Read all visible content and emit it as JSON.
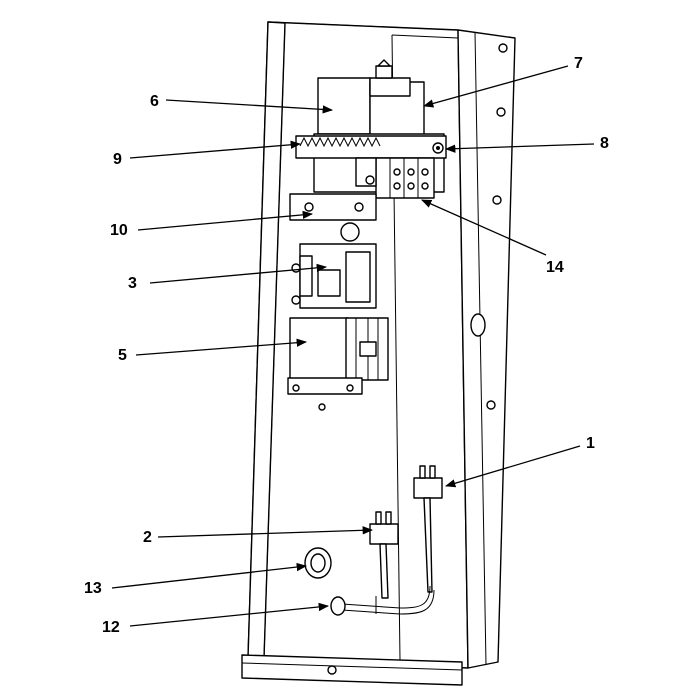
{
  "callouts": {
    "c1": "1",
    "c2": "2",
    "c3": "3",
    "c5": "5",
    "c6": "6",
    "c7": "7",
    "c8": "8",
    "c9": "9",
    "c10": "10",
    "c12": "12",
    "c13": "13",
    "c14": "14"
  },
  "colors": {
    "line": "#000000",
    "background": "#ffffff"
  }
}
